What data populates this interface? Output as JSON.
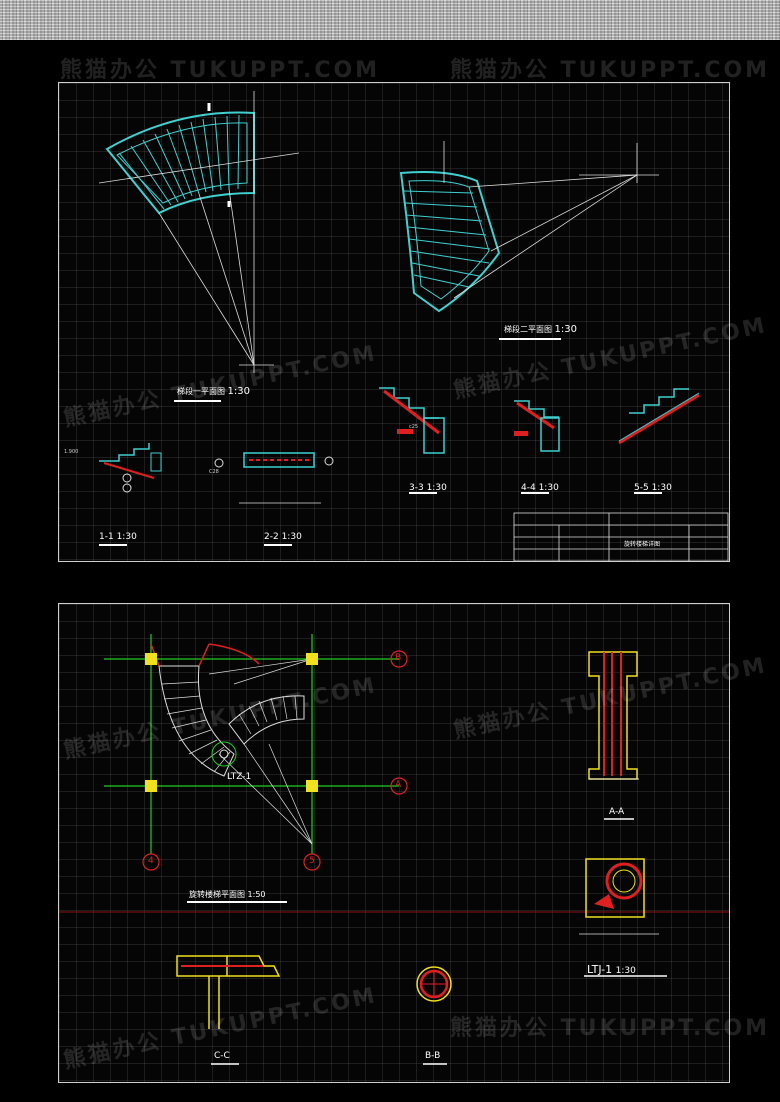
{
  "watermark": "熊猫办公 TUKUPPT.COM",
  "sheet1": {
    "plan1_title": "梯段一平面图",
    "plan1_scale": "1:30",
    "plan2_title": "梯段二平面图",
    "plan2_scale": "1:30",
    "sections": [
      {
        "label": "1-1",
        "scale": "1:30"
      },
      {
        "label": "2-2",
        "scale": "1:30"
      },
      {
        "label": "3-3",
        "scale": "1:30"
      },
      {
        "label": "4-4",
        "scale": "1:30"
      },
      {
        "label": "5-5",
        "scale": "1:30"
      }
    ],
    "title_block_name": "旋转楼梯详图"
  },
  "sheet2": {
    "plan_title": "旋转楼梯平面图",
    "plan_scale": "1:50",
    "axis_labels": {
      "top_right": "B",
      "bottom_right": "A",
      "bottom_left": "4",
      "bottom_mid": "5"
    },
    "column_label": "LTZ-1",
    "section_aa": "A-A",
    "section_cc": "C-C",
    "section_bb": "B-B",
    "ltj_title": "LTJ-1",
    "ltj_scale": "1:30"
  }
}
